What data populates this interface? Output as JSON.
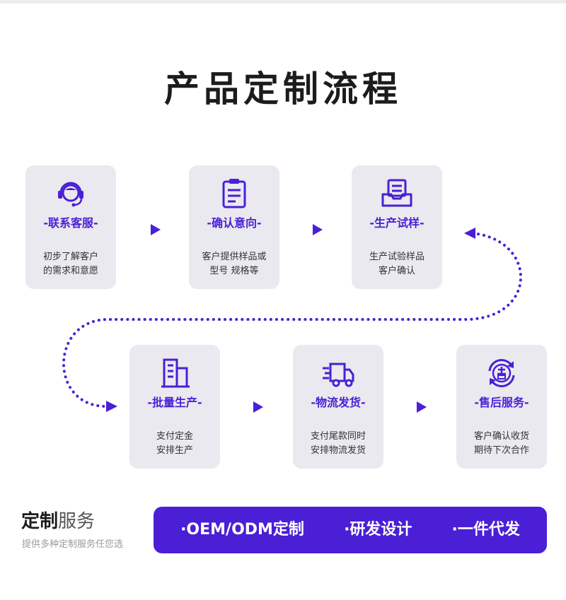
{
  "title": "产品定制流程",
  "steps": [
    {
      "label": "-联系客服-",
      "desc1": "初步了解客户",
      "desc2": "的需求和意愿",
      "icon": "headset-icon"
    },
    {
      "label": "-确认意向-",
      "desc1": "客户提供样品或",
      "desc2": "型号 规格等",
      "icon": "document-icon"
    },
    {
      "label": "-生产试样-",
      "desc1": "生产试验样品",
      "desc2": "客户确认",
      "icon": "inbox-icon"
    },
    {
      "label": "-批量生产-",
      "desc1": "支付定金",
      "desc2": "安排生产",
      "icon": "building-icon"
    },
    {
      "label": "-物流发货-",
      "desc1": "支付尾款同时",
      "desc2": "安排物流发货",
      "icon": "truck-icon"
    },
    {
      "label": "-售后服务-",
      "desc1": "客户确认收货",
      "desc2": "期待下次合作",
      "icon": "aftersale-icon"
    }
  ],
  "service": {
    "title_bold": "定制",
    "title_light": "服务",
    "subtitle": "提供多种定制服务任您选",
    "items": [
      "·OEM/ODM定制",
      "·研发设计",
      "·一件代发"
    ]
  },
  "colors": {
    "accent": "#4a1fd6",
    "card": "#e9e9ef",
    "text": "#1c1c1c"
  }
}
